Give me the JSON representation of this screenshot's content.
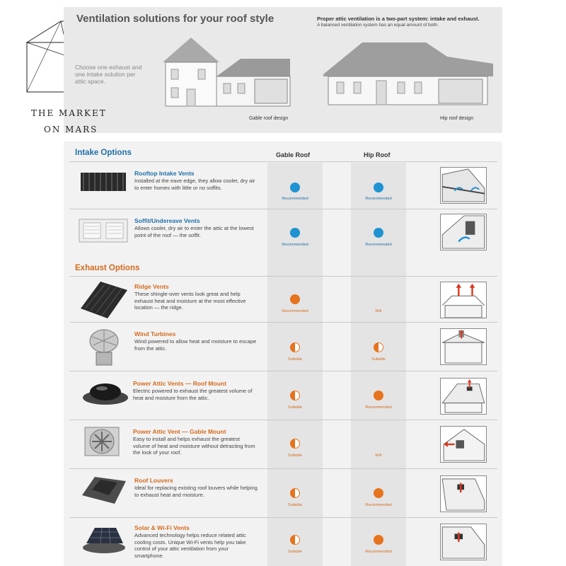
{
  "banner": {
    "title": "Ventilation solutions for your roof style",
    "note_title": "Proper attic ventilation is a two-part system: intake and exhaust.",
    "note_sub": "A balanced ventilation system has an equal amount of both.",
    "choose_text": "Choose one exhaust and one intake solution per attic space.",
    "gable_caption": "Gable roof design",
    "hip_caption": "Hip roof design"
  },
  "logo": {
    "line1": "THE MARKET",
    "line2": "ON MARS"
  },
  "table": {
    "col_gable": "Gable Roof",
    "col_hip": "Hip Roof",
    "intake_title": "Intake Options",
    "exhaust_title": "Exhaust Options",
    "intake_rows": [
      {
        "title": "Rooftop Intake Vents",
        "desc": "Installed at the eave edge, they allow cooler, dry air to enter homes with little or no soffits.",
        "gable": "Recommended",
        "hip": "Recommended"
      },
      {
        "title": "Soffit/Undereave Vents",
        "desc": "Allows cooler, dry air to enter the attic at the lowest point of the roof — the soffit.",
        "gable": "Recommended",
        "hip": "Recommended"
      }
    ],
    "exhaust_rows": [
      {
        "title": "Ridge Vents",
        "desc": "These shingle-over vents look great and help exhaust heat and moisture at the most effective location — the ridge.",
        "gable": "Recommended",
        "hip": "N/A"
      },
      {
        "title": "Wind Turbines",
        "desc": "Wind powered to allow heat and moisture to escape from the attic.",
        "gable": "Suitable",
        "hip": "Suitable"
      },
      {
        "title": "Power Attic Vents — Roof Mount",
        "desc": "Electric powered to exhaust the greatest volume of heat and moisture from the attic.",
        "gable": "Suitable",
        "hip": "Recommended"
      },
      {
        "title": "Power Attic Vent — Gable Mount",
        "desc": "Easy to install and helps exhaust the greatest volume of heat and moisture without detracting from the look of your roof.",
        "gable": "Suitable",
        "hip": "N/A"
      },
      {
        "title": "Roof Louvers",
        "desc": "Ideal for replacing existing roof louvers while helping to exhaust heat and moisture.",
        "gable": "Suitable",
        "hip": "Recommended"
      },
      {
        "title": "Solar & Wi-Fi Vents",
        "desc": "Advanced technology helps reduce related attic cooling costs. Unique Wi-Fi vents help you take control of your attic ventilation from your smartphone.",
        "gable": "Suitable",
        "hip": "Recommended"
      }
    ]
  },
  "colors": {
    "intake_blue": "#1f93d1",
    "exhaust_orange": "#e6731e"
  },
  "icons": {
    "recommended_intake": "filled-blue-circle-icon",
    "recommended_exhaust": "filled-orange-circle-icon",
    "suitable": "half-filled-orange-circle-icon"
  }
}
